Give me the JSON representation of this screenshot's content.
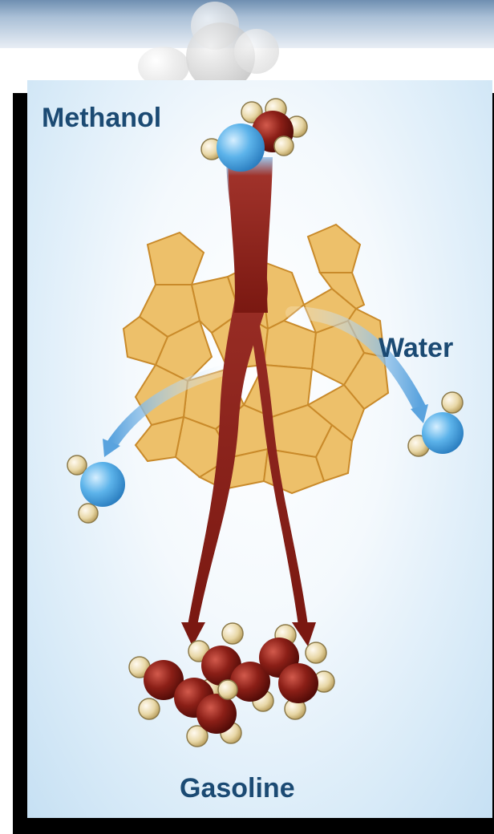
{
  "labels": {
    "methanol": "Methanol",
    "water": "Water",
    "gasoline": "Gasoline"
  },
  "colors": {
    "label_text": "#1b4a73",
    "oxygen": "#4aa3e0",
    "carbon": "#8b1f17",
    "hydrogen": "#e8d7a6",
    "zeolite": "#e9b45a",
    "water_arrow": "#6fb0e6",
    "flow_arrow": "#8a1e16"
  },
  "icons": {
    "reactant": "methanol-molecule-icon",
    "catalyst": "zeolite-catalyst-icon",
    "byproduct": "water-molecule-icon",
    "product": "gasoline-molecule-icon"
  }
}
